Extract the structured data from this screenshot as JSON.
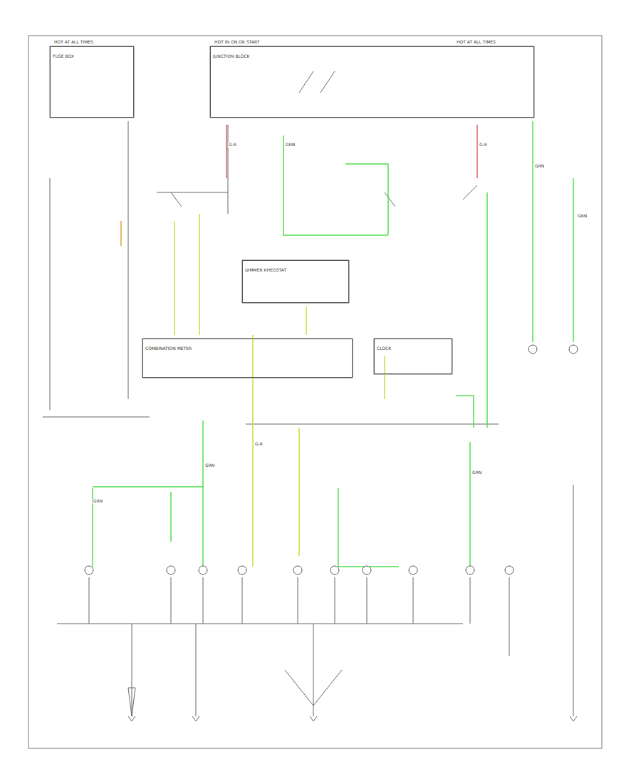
{
  "diagram": {
    "nodes": [
      {
        "text": [
          "FUSE BOX"
        ]
      },
      {
        "text": [
          "JUNCTION BLOCK"
        ]
      },
      {
        "text": [
          "COMBINATION METER"
        ]
      },
      {
        "text": [
          "DIMMER RHEOSTAT"
        ]
      },
      {
        "text": [
          "CLOCK"
        ]
      }
    ],
    "labels": [
      "HOT AT ALL TIMES",
      "HOT IN ON OR START",
      "HOT AT ALL TIMES",
      "GRN",
      "GRN",
      "GRN",
      "GRN",
      "GRN",
      "GRN",
      "G-R",
      "G-R",
      "G-R"
    ]
  }
}
